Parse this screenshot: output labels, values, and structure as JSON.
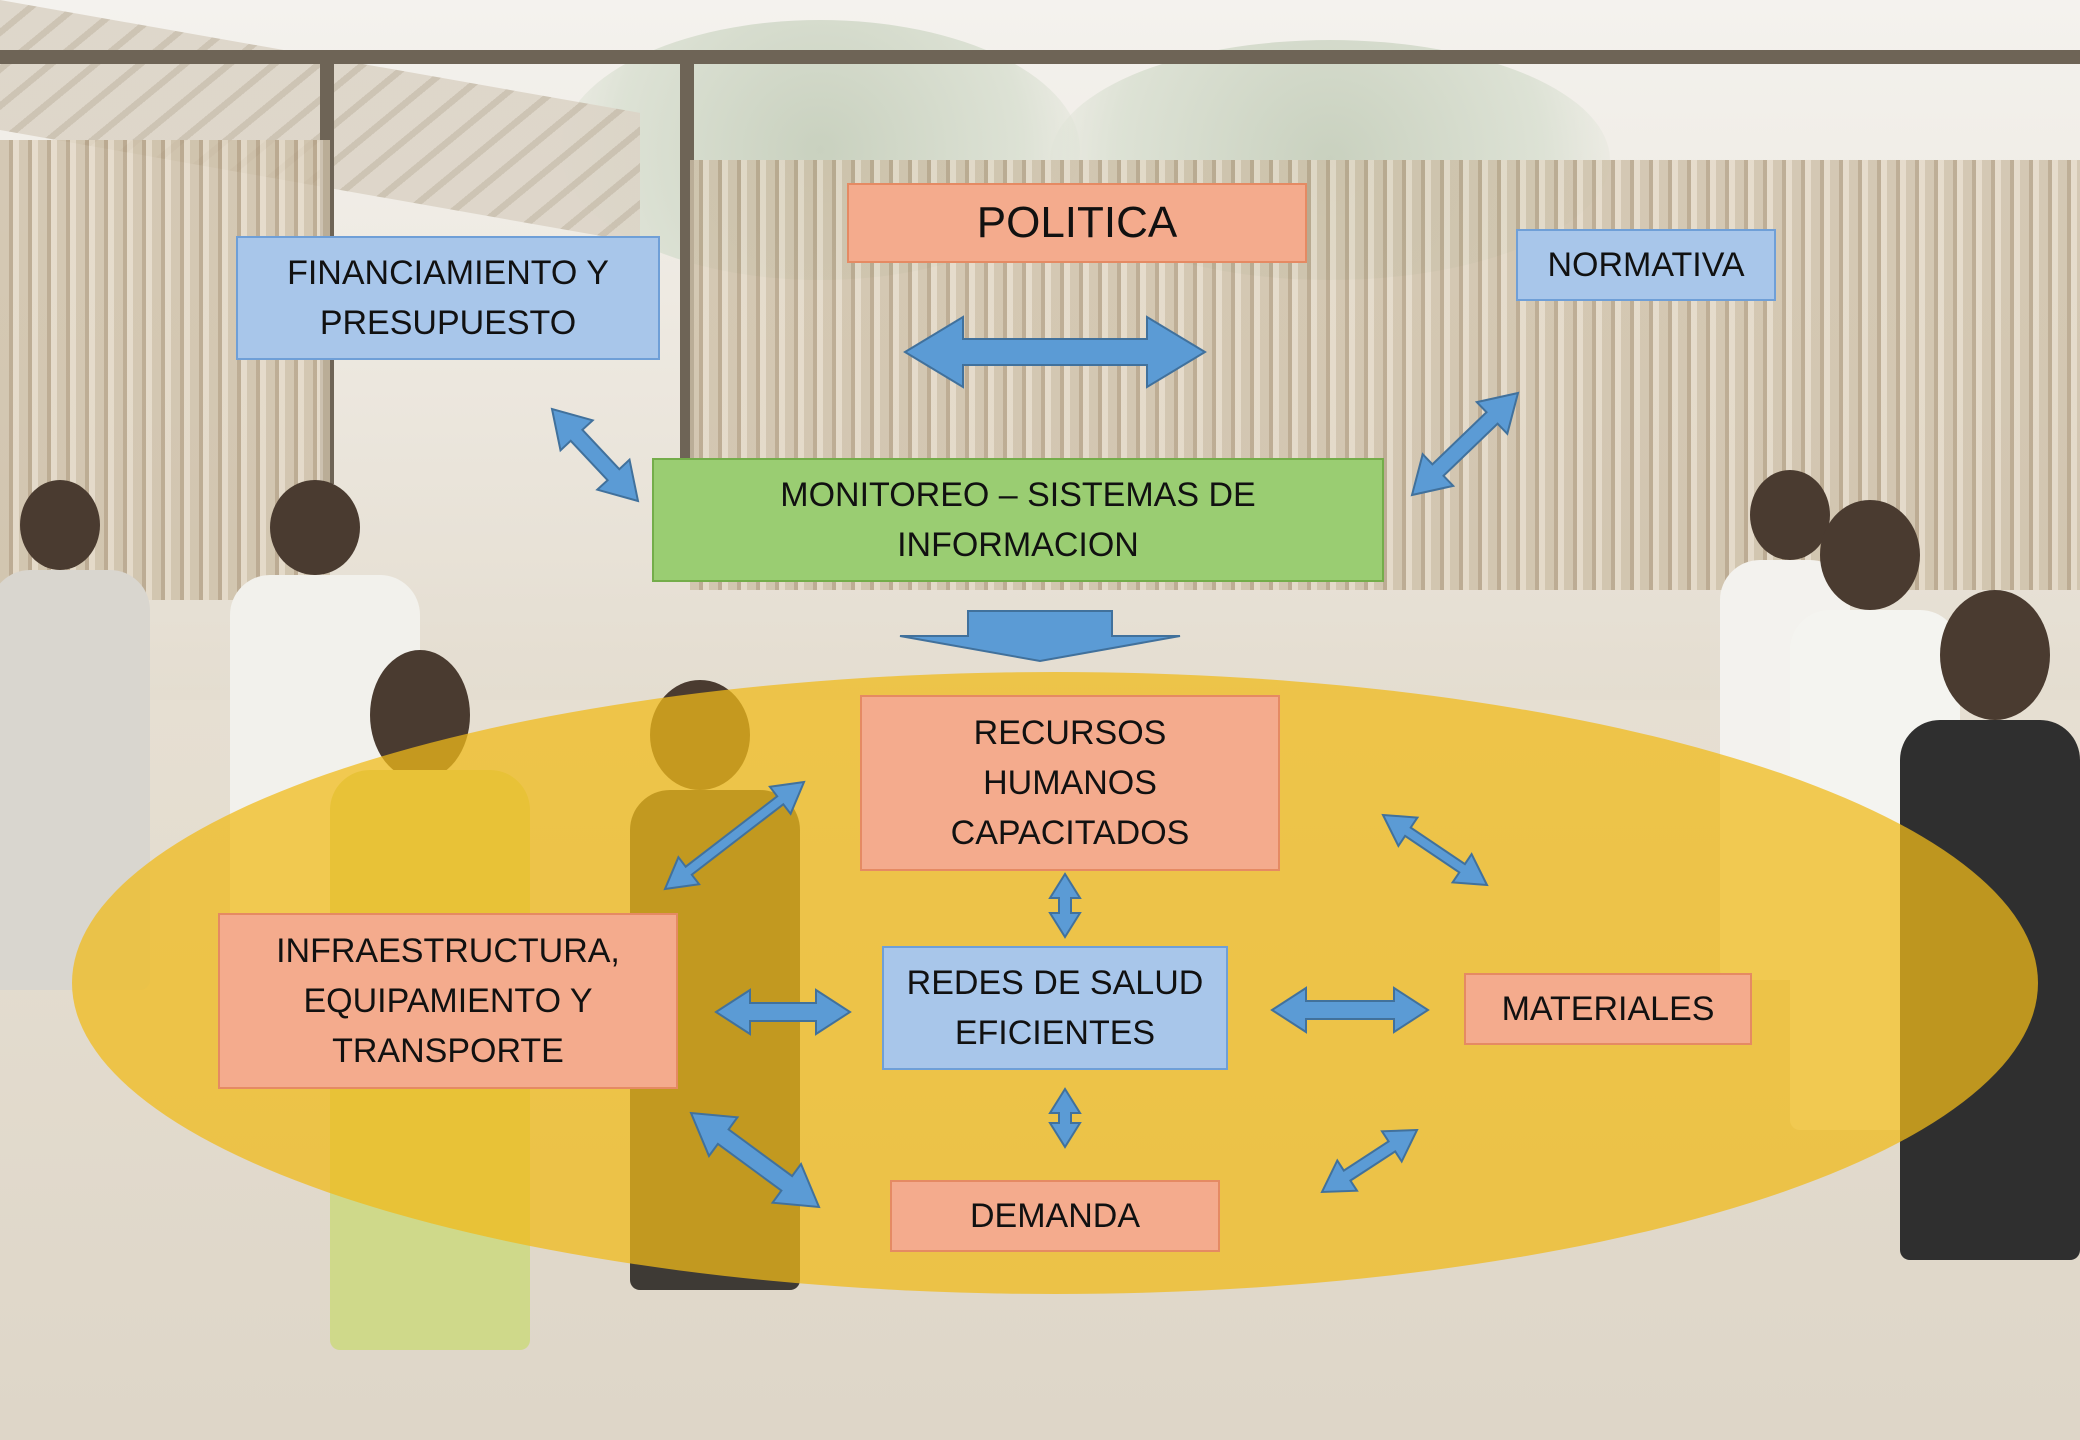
{
  "diagram": {
    "nodes": {
      "politica": "POLITICA",
      "financiamiento": "FINANCIAMIENTO Y\nPRESUPUESTO",
      "normativa": "NORMATIVA",
      "monitoreo": "MONITOREO – SISTEMAS DE\nINFORMACION",
      "recursos": "RECURSOS\nHUMANOS\nCAPACITADOS",
      "infraestructura": "INFRAESTRUCTURA,\nEQUIPAMIENTO Y\nTRANSPORTE",
      "redes": "REDES DE SALUD\nEFICIENTES",
      "materiales": "MATERIALES",
      "demanda": "DEMANDA"
    },
    "colors": {
      "orange_fill": "#f4ab8d",
      "blue_fill": "#a8c6ea",
      "green_fill": "#9acd72",
      "arrow": "#5b9bd5",
      "highlight_oval": "#f0ba19"
    },
    "background": "photo-of-people-dancing-in-wooden-hut"
  }
}
